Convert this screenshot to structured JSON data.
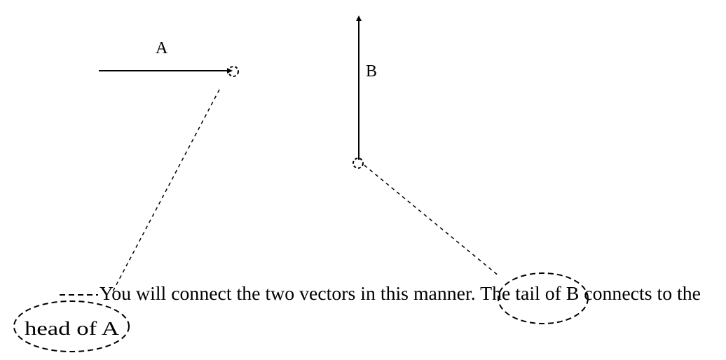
{
  "vectors": {
    "a_label": "A",
    "b_label": "B"
  },
  "caption": {
    "line1": "You will connect the two vectors in this manner. The tail of B connects to the",
    "line2": "head of A"
  },
  "colors": {
    "ink": "#000000",
    "background": "#ffffff"
  }
}
